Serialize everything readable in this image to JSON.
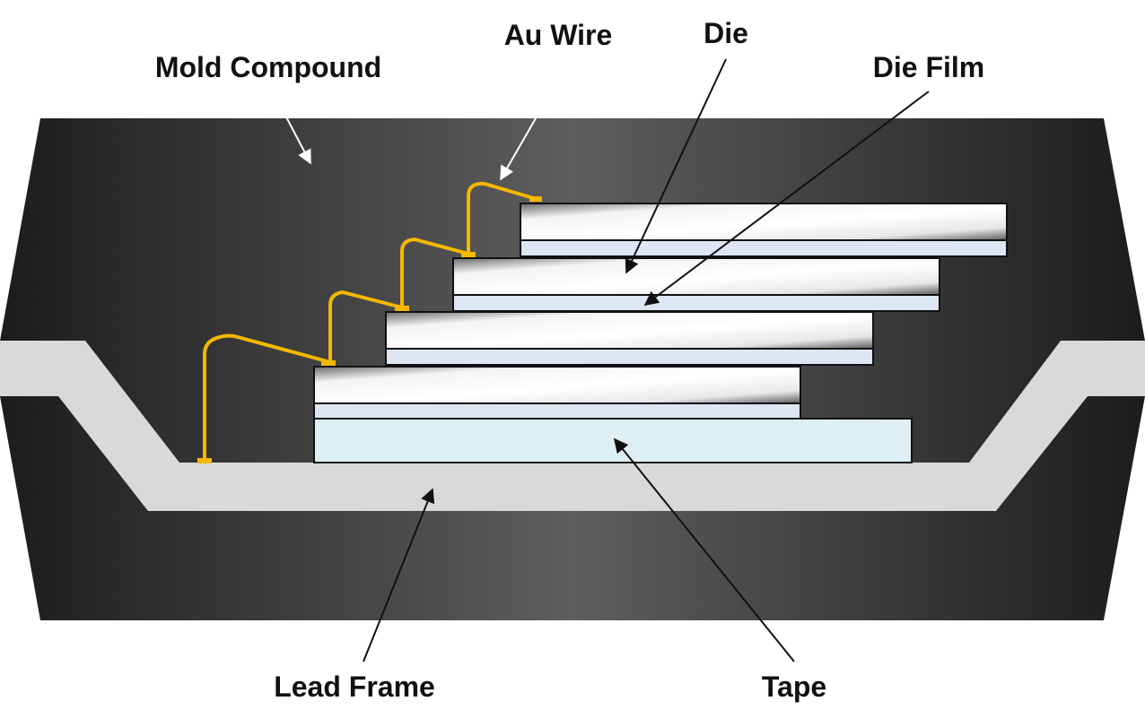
{
  "labels": {
    "mold_compound": "Mold Compound",
    "au_wire": "Au Wire",
    "die": "Die",
    "die_film": "Die Film",
    "lead_frame": "Lead Frame",
    "tape": "Tape"
  },
  "colors": {
    "mold_dark": "#1f1f1f",
    "mold_light": "#5c5c5c",
    "lead_frame": "#d9d9d9",
    "die_film": "#dde6f2",
    "tape": "#ddeef4",
    "wire": "#f5b800"
  }
}
